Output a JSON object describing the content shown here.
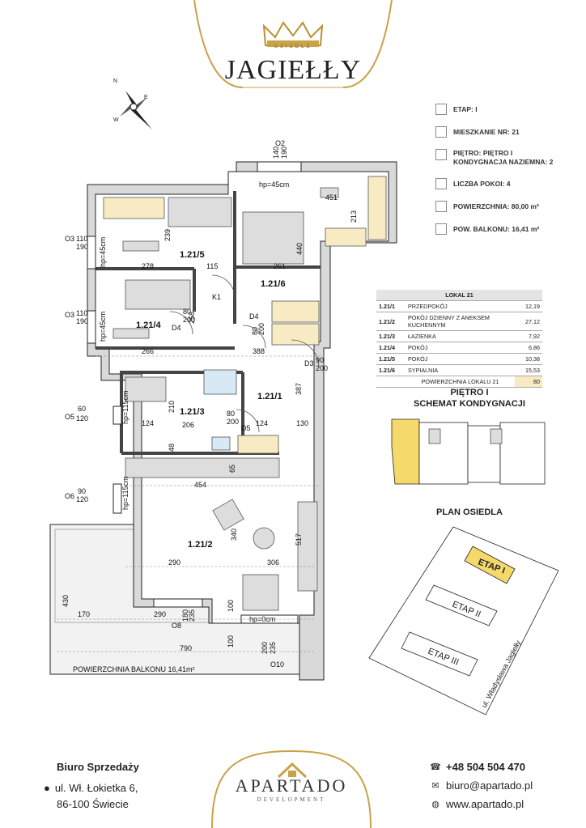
{
  "header": {
    "osiedle_label": "OSIEDLE",
    "brand": "JAGIEŁŁY"
  },
  "colors": {
    "gold": "#c9a24a",
    "wall": "#d9d9d9",
    "balcony_fill": "#f2f2f2",
    "highlight": "#f8ebc4",
    "etap_fill": "#f5d96a"
  },
  "info": {
    "etap": "ETAP:  I",
    "mieszkanie": "MIESZKANIE NR:  21",
    "pietro_line1": "PIĘTRO: PIĘTRO I",
    "pietro_line2": "KONDYGNACJA NAZIEMNA:  2",
    "liczba_pokoi": "LICZBA POKOI:  4",
    "powierzchnia": "POWIERZCHNIA:  80,00 m²",
    "pow_balkonu": "POW.  BALKONU:  16,41 m²"
  },
  "lokal": {
    "title": "LOKAL 21",
    "rows": [
      {
        "id": "1.21/1",
        "name": "PRZEDPOKÓJ",
        "area": "12,19"
      },
      {
        "id": "1.21/2",
        "name": "POKÓJ DZIENNY Z ANEKSEM KUCHENNYM",
        "area": "27,12"
      },
      {
        "id": "1.21/3",
        "name": "ŁAZIENKA",
        "area": "7,92"
      },
      {
        "id": "1.21/4",
        "name": "POKÓJ",
        "area": "6,86"
      },
      {
        "id": "1.21/5",
        "name": "POKÓJ",
        "area": "10,38"
      },
      {
        "id": "1.21/6",
        "name": "SYPIALNIA",
        "area": "15,53"
      }
    ],
    "total_label": "POWIERZCHNIA LOKALU 21",
    "total_value": "80"
  },
  "schemat": {
    "title_line1": "PIĘTRO I",
    "title_line2": "SCHEMAT KONDYGNACJI"
  },
  "plan_osiedla": {
    "title": "PLAN OSIEDLA",
    "etap1": "ETAP I",
    "etap2": "ETAP II",
    "etap3": "ETAP III",
    "street": "ul. Władysława Jagiełły"
  },
  "floorplan": {
    "rooms": {
      "r5": "1.21/5",
      "r4": "1.21/4",
      "r6": "1.21/6",
      "r3": "1.21/3",
      "r1": "1.21/1",
      "r2": "1.21/2"
    },
    "balcony_label": "POWIERZCHNIA  BALKONU  16,41m²",
    "dims": {
      "d239": "239",
      "d278": "278",
      "d115": "115",
      "d261": "261",
      "d440": "440",
      "d451": "451",
      "d213": "213",
      "d258": "258",
      "d266": "266",
      "d388": "388",
      "d387": "387",
      "d210": "210",
      "d206": "206",
      "d124a": "124",
      "d124b": "124",
      "d130": "130",
      "d48": "48",
      "d65": "65",
      "d454": "454",
      "d340": "340",
      "d517": "517",
      "d290a": "290",
      "d306": "306",
      "d430": "430",
      "d170": "170",
      "d290b": "290",
      "d100a": "100",
      "d100b": "100",
      "d790": "790"
    },
    "windows": {
      "o2": "O2",
      "o2_w": "140",
      "o2_h": "190",
      "o2_hp": "hp=45cm",
      "o3a": "O3",
      "o3a_w": "110",
      "o3a_h": "190",
      "o3a_hp": "hp=45cm",
      "o3b": "O3",
      "o3b_w": "110",
      "o3b_h": "190",
      "o3b_hp": "hp=45cm",
      "o5": "O5",
      "o5_w": "60",
      "o5_h": "120",
      "o5_hp": "hp=115cm",
      "o6": "O6",
      "o6_w": "90",
      "o6_h": "120",
      "o6_hp": "hp=115cm",
      "o8": "O8",
      "o8_w": "180",
      "o8_h": "235",
      "o10": "O10",
      "o10_w": "200",
      "o10_h": "235",
      "o10_hp": "hp=0cm"
    },
    "doors": {
      "d3": "D3",
      "d3_w": "90",
      "d3_h": "200",
      "d4a": "D4",
      "d4a_w": "80",
      "d4a_h": "200",
      "d4b": "D4",
      "d4b_w": "80",
      "d4b_h": "200",
      "d5": "D5",
      "d5_w": "80",
      "d5_h": "200",
      "k1": "K1"
    }
  },
  "footer": {
    "office_title": "Biuro Sprzedaży",
    "address1": "ul. Wł. Łokietka 6,",
    "address2": "86-100 Świecie",
    "company": "APARTADO",
    "company_sub": "DEVELOPMENT",
    "phone": "+48 504 504 470",
    "email": "biuro@apartado.pl",
    "web": "www.apartado.pl"
  }
}
